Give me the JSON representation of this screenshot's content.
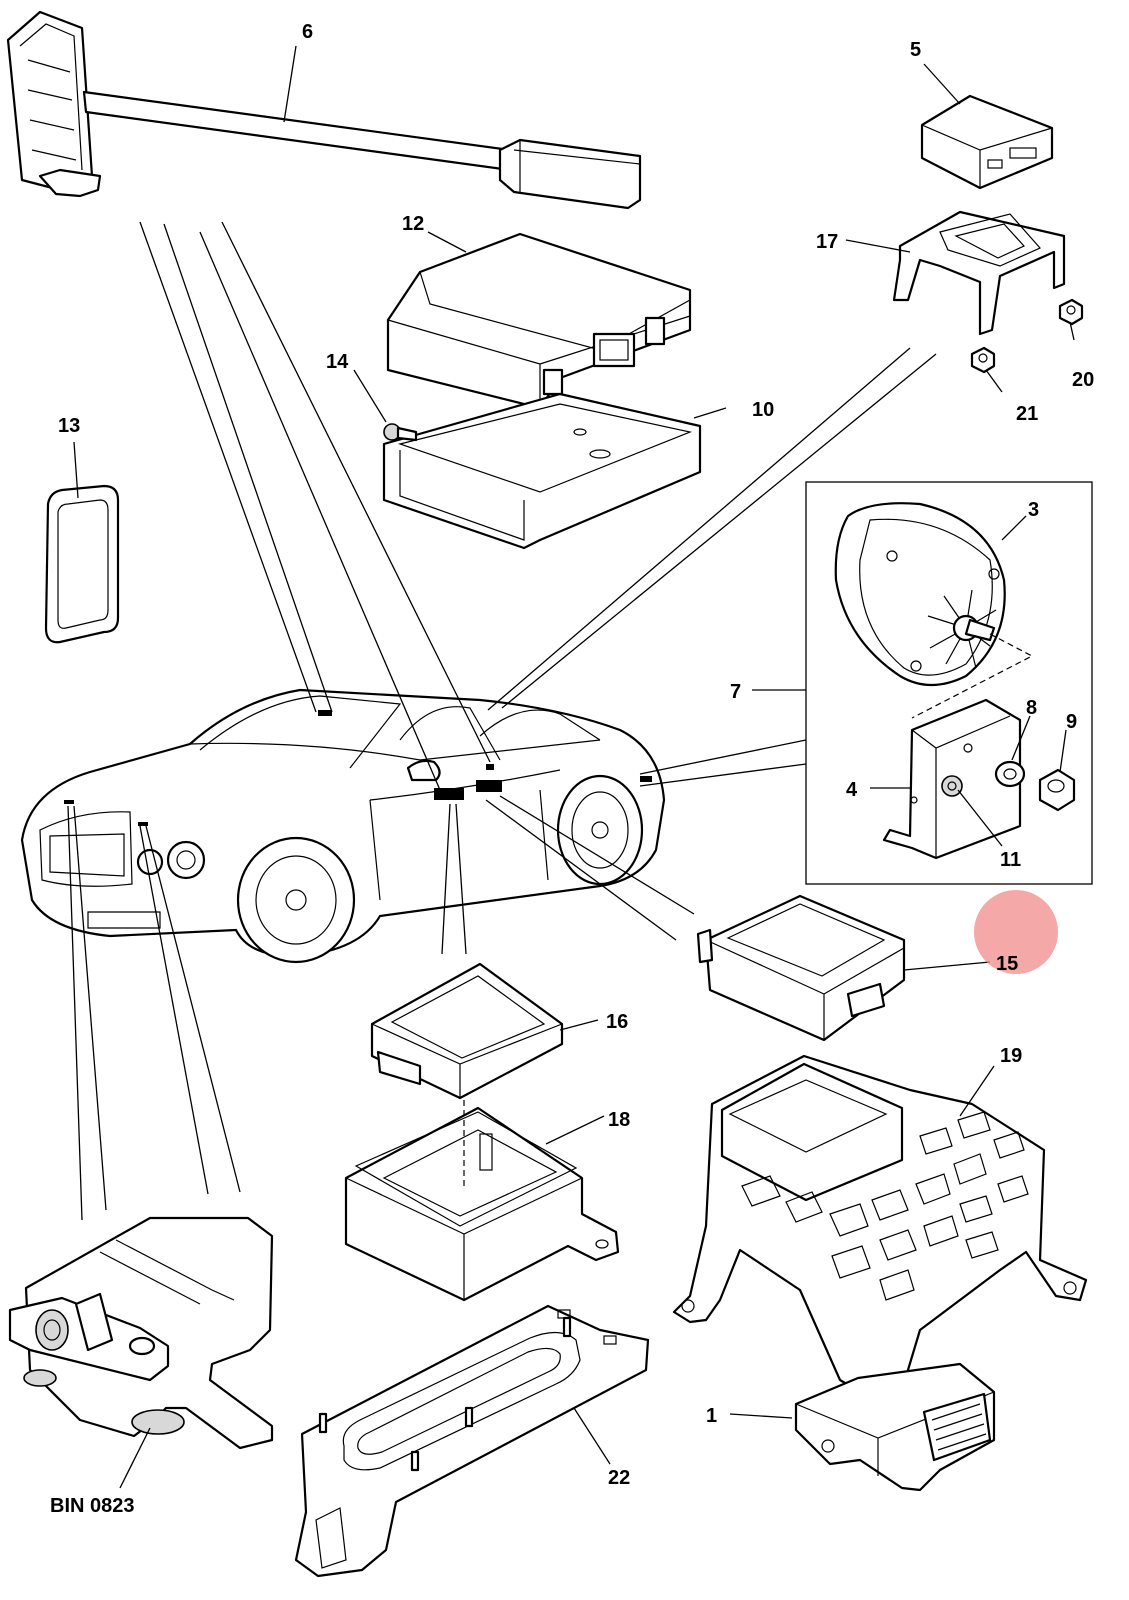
{
  "callouts": {
    "c1": "1",
    "c3": "3",
    "c4": "4",
    "c5": "5",
    "c6": "6",
    "c7": "7",
    "c8": "8",
    "c9": "9",
    "c10": "10",
    "c11": "11",
    "c12": "12",
    "c13": "13",
    "c14": "14",
    "c15": "15",
    "c16": "16",
    "c17": "17",
    "c18": "18",
    "c19": "19",
    "c20": "20",
    "c21": "21",
    "c22": "22"
  },
  "reference_code": "BIN 0823",
  "highlight": {
    "callout": "15",
    "color": "#f28b8b"
  }
}
